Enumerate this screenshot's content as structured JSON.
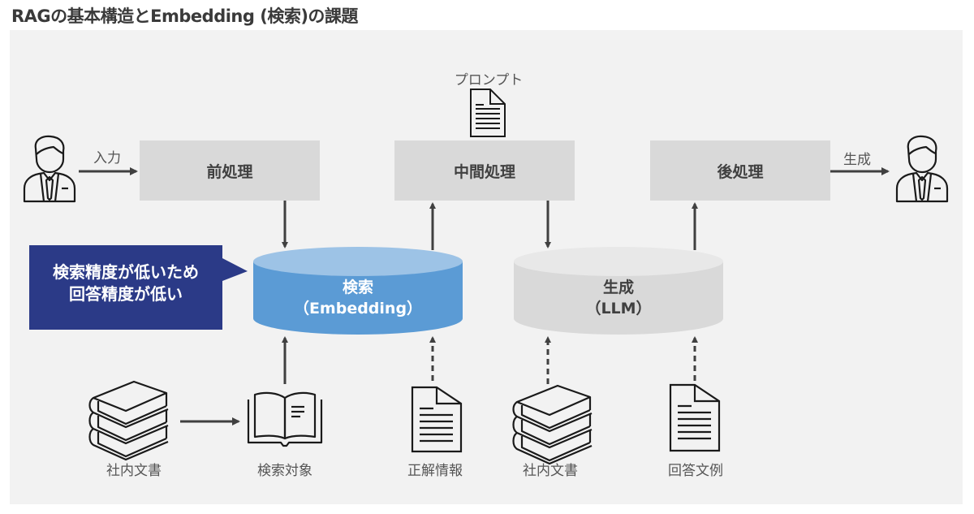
{
  "title": "RAGの基本構造とEmbedding (検索)の課題",
  "colors": {
    "panel_bg": "#f2f2f2",
    "process_box": "#d9d9d9",
    "search_cylinder": "#5b9bd5",
    "llm_cylinder": "#d9d9d9",
    "callout": "#2b3a87",
    "arrow": "#404040"
  },
  "process": {
    "pre": "前処理",
    "mid": "中間処理",
    "post": "後処理"
  },
  "edges": {
    "input": "入力",
    "output": "生成"
  },
  "prompt": {
    "label": "プロンプト",
    "icon": "document-icon"
  },
  "search": {
    "line1": "検索",
    "line2": "（Embedding）"
  },
  "llm": {
    "line1": "生成",
    "line2": "（LLM）"
  },
  "callout": {
    "line1": "検索精度が低いため",
    "line2": "回答精度が低い"
  },
  "sources": [
    {
      "label": "社内文書",
      "icon": "books-icon"
    },
    {
      "label": "検索対象",
      "icon": "open-book-icon"
    },
    {
      "label": "正解情報",
      "icon": "document-icon"
    },
    {
      "label": "社内文書",
      "icon": "books-icon"
    },
    {
      "label": "回答文例",
      "icon": "document-icon"
    }
  ],
  "users": [
    {
      "role": "input-user",
      "icon": "user-icon"
    },
    {
      "role": "output-user",
      "icon": "user-icon"
    }
  ]
}
